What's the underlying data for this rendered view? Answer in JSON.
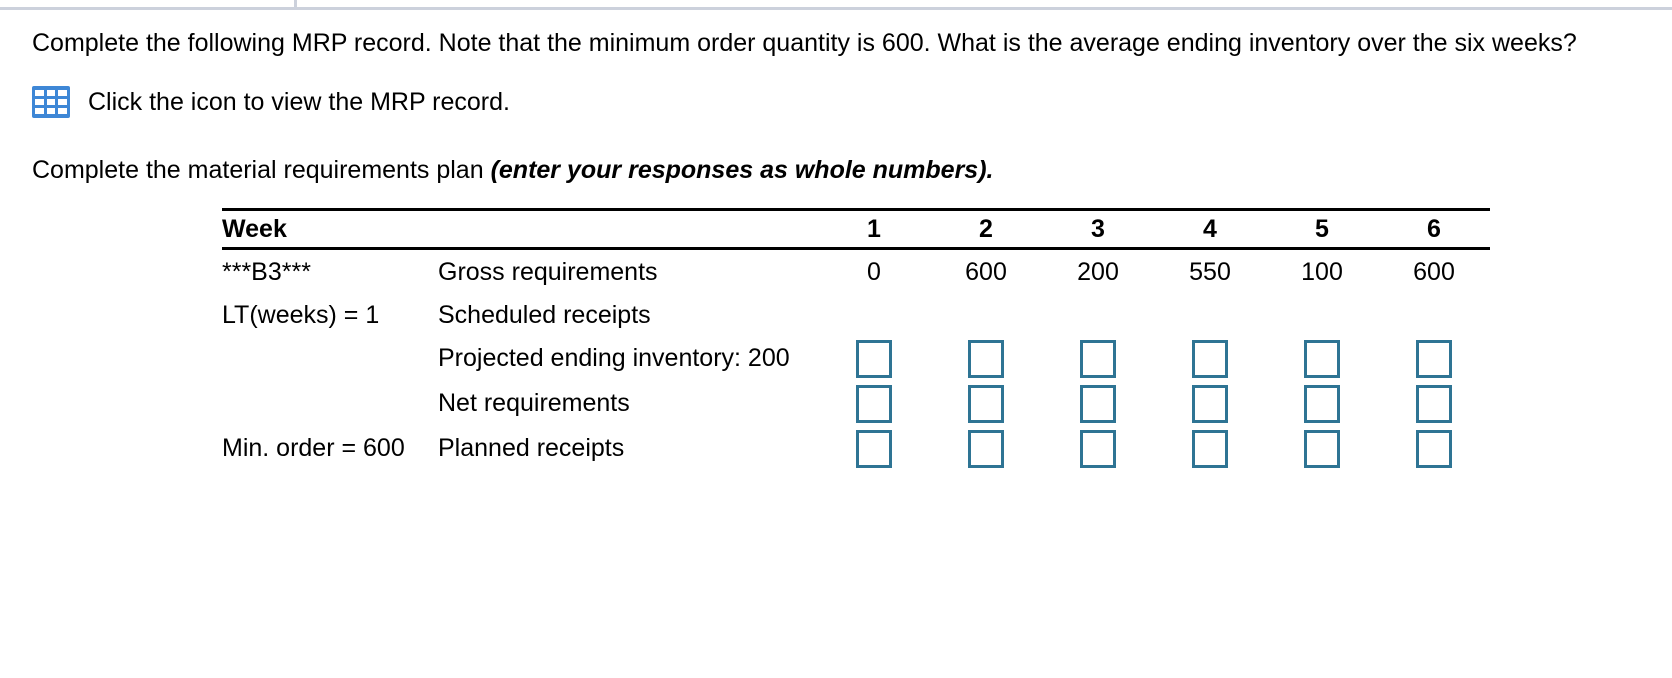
{
  "top_bar": {
    "tick_present": true
  },
  "prompt": {
    "question": "Complete the following MRP record. Note that the minimum order quantity is 600. What is the average ending inventory over the six weeks?",
    "icon_name": "grid-table-icon",
    "icon_caption": "Click the icon to view the MRP record.",
    "instruction_plain": "Complete the material requirements plan ",
    "instruction_italic": "(enter your responses as whole numbers)."
  },
  "colors": {
    "icon_blue": "#3e87d6",
    "input_border": "#2e7494",
    "rule_black": "#000000",
    "top_rule_gray": "#ccd1dc"
  },
  "table": {
    "header": {
      "label": "Week",
      "weeks": [
        "1",
        "2",
        "3",
        "4",
        "5",
        "6"
      ]
    },
    "rows": [
      {
        "left_label": "***B3***",
        "name": "Gross requirements",
        "type": "text",
        "values": [
          "0",
          "600",
          "200",
          "550",
          "100",
          "600"
        ]
      },
      {
        "left_label": "LT(weeks) = 1",
        "name": "Scheduled receipts",
        "type": "text",
        "values": [
          "",
          "",
          "",
          "",
          "",
          ""
        ]
      },
      {
        "left_label": "",
        "name": "Projected ending inventory: 200",
        "type": "input",
        "values": [
          "",
          "",
          "",
          "",
          "",
          ""
        ]
      },
      {
        "left_label": "",
        "name": "Net requirements",
        "type": "input",
        "values": [
          "",
          "",
          "",
          "",
          "",
          ""
        ]
      },
      {
        "left_label": "Min. order = 600",
        "name": "Planned receipts",
        "type": "input",
        "values": [
          "",
          "",
          "",
          "",
          "",
          ""
        ]
      }
    ]
  }
}
